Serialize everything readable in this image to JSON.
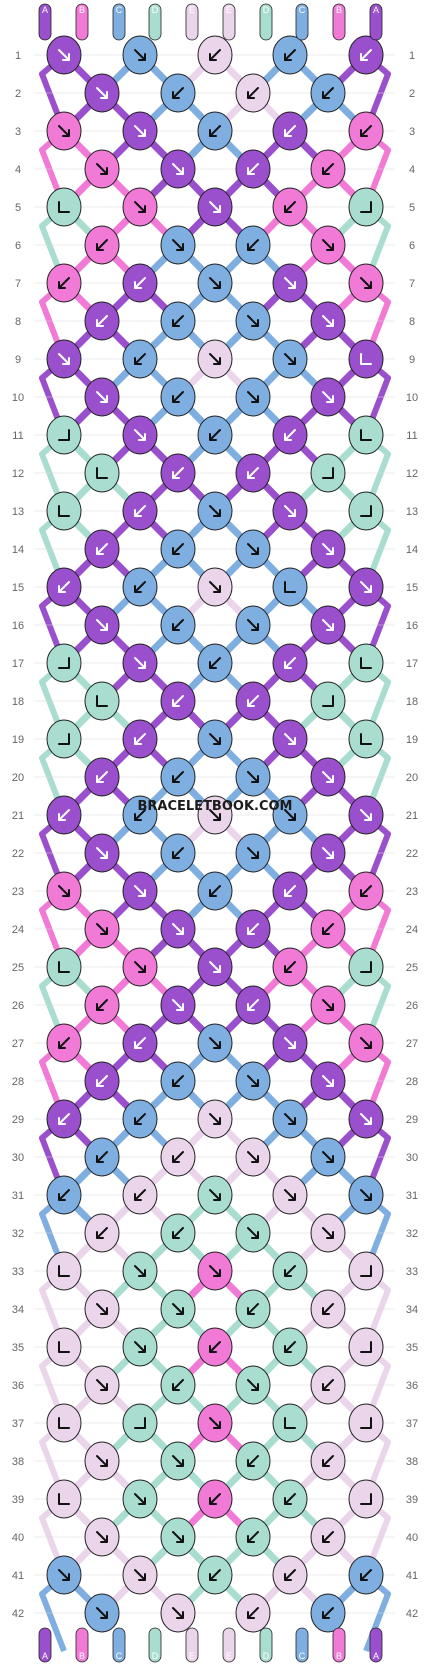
{
  "watermark": "BRACELETBOOK.COM",
  "strings": [
    "A",
    "B",
    "C",
    "D",
    "E",
    "E",
    "D",
    "C",
    "B",
    "A"
  ],
  "colors": {
    "A": "#9A4FCC",
    "B": "#F07AD6",
    "C": "#7FAEE0",
    "D": "#A8DDD0",
    "E": "#EAD5EB",
    "outline": "#222222",
    "row_label": "#666666",
    "grid_line": "#d8d8d8"
  },
  "icons": {
    "arrow-right": "↘",
    "arrow-left": "↙",
    "chevron-right": "reverse knot right",
    "chevron-left": "reverse knot left"
  },
  "rows": [
    {
      "label": "1",
      "knots": [
        [
          "A",
          "R"
        ],
        [
          "C",
          "R"
        ],
        [
          "E",
          "L"
        ],
        [
          "C",
          "L"
        ],
        [
          "A",
          "L"
        ]
      ]
    },
    {
      "label": "2",
      "knots": [
        [
          "A",
          "R"
        ],
        [
          "C",
          "L"
        ],
        [
          "E",
          "L"
        ],
        [
          "C",
          "L"
        ]
      ]
    },
    {
      "label": "3",
      "knots": [
        [
          "B",
          "R"
        ],
        [
          "A",
          "R"
        ],
        [
          "C",
          "L"
        ],
        [
          "A",
          "L"
        ],
        [
          "B",
          "L"
        ]
      ]
    },
    {
      "label": "4",
      "knots": [
        [
          "B",
          "R"
        ],
        [
          "A",
          "R"
        ],
        [
          "A",
          "L"
        ],
        [
          "B",
          "L"
        ]
      ]
    },
    {
      "label": "5",
      "knots": [
        [
          "D",
          "r"
        ],
        [
          "B",
          "R"
        ],
        [
          "A",
          "R"
        ],
        [
          "B",
          "L"
        ],
        [
          "D",
          "l"
        ]
      ]
    },
    {
      "label": "6",
      "knots": [
        [
          "B",
          "L"
        ],
        [
          "C",
          "R"
        ],
        [
          "C",
          "L"
        ],
        [
          "B",
          "R"
        ]
      ]
    },
    {
      "label": "7",
      "knots": [
        [
          "B",
          "L"
        ],
        [
          "A",
          "L"
        ],
        [
          "C",
          "R"
        ],
        [
          "A",
          "R"
        ],
        [
          "B",
          "R"
        ]
      ]
    },
    {
      "label": "8",
      "knots": [
        [
          "A",
          "L"
        ],
        [
          "C",
          "L"
        ],
        [
          "C",
          "R"
        ],
        [
          "A",
          "R"
        ]
      ]
    },
    {
      "label": "9",
      "knots": [
        [
          "A",
          "R"
        ],
        [
          "C",
          "L"
        ],
        [
          "E",
          "R"
        ],
        [
          "C",
          "R"
        ],
        [
          "A",
          "r"
        ]
      ]
    },
    {
      "label": "10",
      "knots": [
        [
          "A",
          "R"
        ],
        [
          "C",
          "L"
        ],
        [
          "C",
          "R"
        ],
        [
          "A",
          "R"
        ]
      ]
    },
    {
      "label": "11",
      "knots": [
        [
          "D",
          "l"
        ],
        [
          "A",
          "R"
        ],
        [
          "C",
          "L"
        ],
        [
          "A",
          "L"
        ],
        [
          "D",
          "r"
        ]
      ]
    },
    {
      "label": "12",
      "knots": [
        [
          "D",
          "r"
        ],
        [
          "A",
          "L"
        ],
        [
          "A",
          "L"
        ],
        [
          "D",
          "l"
        ]
      ]
    },
    {
      "label": "13",
      "knots": [
        [
          "D",
          "r"
        ],
        [
          "A",
          "L"
        ],
        [
          "C",
          "R"
        ],
        [
          "A",
          "R"
        ],
        [
          "D",
          "l"
        ]
      ]
    },
    {
      "label": "14",
      "knots": [
        [
          "A",
          "L"
        ],
        [
          "C",
          "L"
        ],
        [
          "C",
          "R"
        ],
        [
          "A",
          "R"
        ]
      ]
    },
    {
      "label": "15",
      "knots": [
        [
          "A",
          "L"
        ],
        [
          "C",
          "L"
        ],
        [
          "E",
          "R"
        ],
        [
          "C",
          "r"
        ],
        [
          "A",
          "R"
        ]
      ]
    },
    {
      "label": "16",
      "knots": [
        [
          "A",
          "R"
        ],
        [
          "C",
          "L"
        ],
        [
          "C",
          "R"
        ],
        [
          "A",
          "R"
        ]
      ]
    },
    {
      "label": "17",
      "knots": [
        [
          "D",
          "l"
        ],
        [
          "A",
          "R"
        ],
        [
          "C",
          "L"
        ],
        [
          "A",
          "L"
        ],
        [
          "D",
          "r"
        ]
      ]
    },
    {
      "label": "18",
      "knots": [
        [
          "D",
          "r"
        ],
        [
          "A",
          "L"
        ],
        [
          "A",
          "L"
        ],
        [
          "D",
          "l"
        ]
      ]
    },
    {
      "label": "19",
      "knots": [
        [
          "D",
          "l"
        ],
        [
          "A",
          "L"
        ],
        [
          "C",
          "R"
        ],
        [
          "A",
          "R"
        ],
        [
          "D",
          "r"
        ]
      ]
    },
    {
      "label": "20",
      "knots": [
        [
          "A",
          "L"
        ],
        [
          "C",
          "L"
        ],
        [
          "C",
          "R"
        ],
        [
          "A",
          "R"
        ]
      ]
    },
    {
      "label": "21",
      "knots": [
        [
          "A",
          "L"
        ],
        [
          "C",
          "L"
        ],
        [
          "E",
          "R"
        ],
        [
          "C",
          "R"
        ],
        [
          "A",
          "R"
        ]
      ]
    },
    {
      "label": "22",
      "knots": [
        [
          "A",
          "R"
        ],
        [
          "C",
          "L"
        ],
        [
          "C",
          "R"
        ],
        [
          "A",
          "R"
        ]
      ]
    },
    {
      "label": "23",
      "knots": [
        [
          "B",
          "R"
        ],
        [
          "A",
          "R"
        ],
        [
          "C",
          "L"
        ],
        [
          "A",
          "L"
        ],
        [
          "B",
          "L"
        ]
      ]
    },
    {
      "label": "24",
      "knots": [
        [
          "B",
          "R"
        ],
        [
          "A",
          "R"
        ],
        [
          "A",
          "L"
        ],
        [
          "B",
          "L"
        ]
      ]
    },
    {
      "label": "25",
      "knots": [
        [
          "D",
          "r"
        ],
        [
          "B",
          "R"
        ],
        [
          "A",
          "R"
        ],
        [
          "B",
          "L"
        ],
        [
          "D",
          "l"
        ]
      ]
    },
    {
      "label": "26",
      "knots": [
        [
          "B",
          "L"
        ],
        [
          "A",
          "R"
        ],
        [
          "A",
          "L"
        ],
        [
          "B",
          "R"
        ]
      ]
    },
    {
      "label": "27",
      "knots": [
        [
          "B",
          "L"
        ],
        [
          "A",
          "L"
        ],
        [
          "C",
          "R"
        ],
        [
          "A",
          "R"
        ],
        [
          "B",
          "R"
        ]
      ]
    },
    {
      "label": "28",
      "knots": [
        [
          "A",
          "L"
        ],
        [
          "C",
          "L"
        ],
        [
          "C",
          "R"
        ],
        [
          "A",
          "R"
        ]
      ]
    },
    {
      "label": "29",
      "knots": [
        [
          "A",
          "L"
        ],
        [
          "C",
          "L"
        ],
        [
          "E",
          "R"
        ],
        [
          "C",
          "R"
        ],
        [
          "A",
          "R"
        ]
      ]
    },
    {
      "label": "30",
      "knots": [
        [
          "C",
          "L"
        ],
        [
          "E",
          "L"
        ],
        [
          "E",
          "R"
        ],
        [
          "C",
          "R"
        ]
      ]
    },
    {
      "label": "31",
      "knots": [
        [
          "C",
          "L"
        ],
        [
          "E",
          "L"
        ],
        [
          "D",
          "R"
        ],
        [
          "E",
          "R"
        ],
        [
          "C",
          "R"
        ]
      ]
    },
    {
      "label": "32",
      "knots": [
        [
          "E",
          "L"
        ],
        [
          "D",
          "L"
        ],
        [
          "D",
          "R"
        ],
        [
          "E",
          "R"
        ]
      ]
    },
    {
      "label": "33",
      "knots": [
        [
          "E",
          "r"
        ],
        [
          "D",
          "R"
        ],
        [
          "B",
          "R"
        ],
        [
          "D",
          "L"
        ],
        [
          "E",
          "l"
        ]
      ]
    },
    {
      "label": "34",
      "knots": [
        [
          "E",
          "R"
        ],
        [
          "D",
          "R"
        ],
        [
          "D",
          "L"
        ],
        [
          "E",
          "L"
        ]
      ]
    },
    {
      "label": "35",
      "knots": [
        [
          "E",
          "r"
        ],
        [
          "D",
          "R"
        ],
        [
          "B",
          "L"
        ],
        [
          "D",
          "L"
        ],
        [
          "E",
          "l"
        ]
      ]
    },
    {
      "label": "36",
      "knots": [
        [
          "E",
          "R"
        ],
        [
          "D",
          "L"
        ],
        [
          "D",
          "R"
        ],
        [
          "E",
          "L"
        ]
      ]
    },
    {
      "label": "37",
      "knots": [
        [
          "E",
          "r"
        ],
        [
          "D",
          "l"
        ],
        [
          "B",
          "R"
        ],
        [
          "D",
          "r"
        ],
        [
          "E",
          "l"
        ]
      ]
    },
    {
      "label": "38",
      "knots": [
        [
          "E",
          "R"
        ],
        [
          "D",
          "R"
        ],
        [
          "D",
          "L"
        ],
        [
          "E",
          "L"
        ]
      ]
    },
    {
      "label": "39",
      "knots": [
        [
          "E",
          "r"
        ],
        [
          "D",
          "R"
        ],
        [
          "B",
          "L"
        ],
        [
          "D",
          "L"
        ],
        [
          "E",
          "l"
        ]
      ]
    },
    {
      "label": "40",
      "knots": [
        [
          "E",
          "R"
        ],
        [
          "D",
          "R"
        ],
        [
          "D",
          "L"
        ],
        [
          "E",
          "L"
        ]
      ]
    },
    {
      "label": "41",
      "knots": [
        [
          "C",
          "R"
        ],
        [
          "E",
          "R"
        ],
        [
          "D",
          "L"
        ],
        [
          "E",
          "L"
        ],
        [
          "C",
          "L"
        ]
      ]
    },
    {
      "label": "42",
      "knots": [
        [
          "C",
          "R"
        ],
        [
          "E",
          "R"
        ],
        [
          "E",
          "L"
        ],
        [
          "C",
          "L"
        ]
      ]
    }
  ]
}
